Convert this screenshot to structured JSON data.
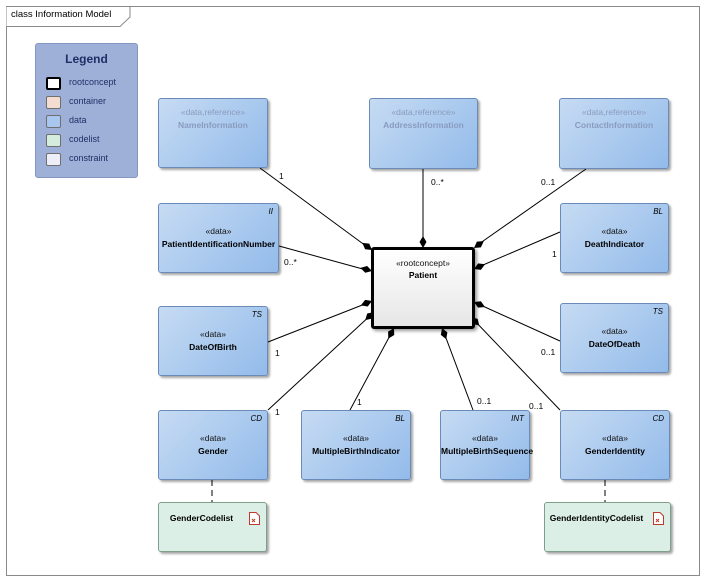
{
  "frame": {
    "title": "class Information Model"
  },
  "legend": {
    "title": "Legend",
    "items": [
      {
        "label": "rootconcept",
        "color": "#ffffff"
      },
      {
        "label": "container",
        "color": "#f4ddd0"
      },
      {
        "label": "data",
        "color": "#a9c7ee"
      },
      {
        "label": "codelist",
        "color": "#d4ecdc"
      },
      {
        "label": "constraint",
        "color": "#eeeef6"
      }
    ]
  },
  "classes": {
    "patient": {
      "stereotype": "«rootconcept»",
      "name": "Patient"
    },
    "name_information": {
      "stereotype": "«data,reference»",
      "name": "NameInformation"
    },
    "address_information": {
      "stereotype": "«data,reference»",
      "name": "AddressInformation"
    },
    "contact_information": {
      "stereotype": "«data,reference»",
      "name": "ContactInformation"
    },
    "patient_identification_number": {
      "stereotype": "«data»",
      "name": "PatientIdentificationNumber",
      "type": "II"
    },
    "death_indicator": {
      "stereotype": "«data»",
      "name": "DeathIndicator",
      "type": "BL"
    },
    "date_of_birth": {
      "stereotype": "«data»",
      "name": "DateOfBirth",
      "type": "TS"
    },
    "date_of_death": {
      "stereotype": "«data»",
      "name": "DateOfDeath",
      "type": "TS"
    },
    "gender": {
      "stereotype": "«data»",
      "name": "Gender",
      "type": "CD"
    },
    "multiple_birth_indicator": {
      "stereotype": "«data»",
      "name": "MultipleBirthIndicator",
      "type": "BL"
    },
    "multiple_birth_sequence": {
      "stereotype": "«data»",
      "name": "MultipleBirthSequence",
      "type": "INT"
    },
    "gender_identity": {
      "stereotype": "«data»",
      "name": "GenderIdentity",
      "type": "CD"
    },
    "gender_codelist": {
      "name": "GenderCodelist"
    },
    "gender_identity_codelist": {
      "name": "GenderIdentityCodelist"
    }
  },
  "multiplicities": {
    "name_information": "1",
    "address_information": "0..*",
    "contact_information": "0..1",
    "patient_identification_number": "0..*",
    "death_indicator": "1",
    "date_of_birth": "1",
    "date_of_death": "0..1",
    "gender": "1",
    "multiple_birth_indicator": "1",
    "multiple_birth_sequence": "0..1",
    "gender_identity": "0..1"
  }
}
